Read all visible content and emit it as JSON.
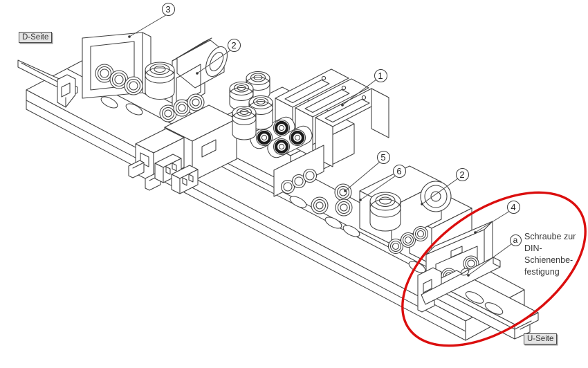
{
  "diagram": {
    "side_labels": {
      "d_side": "D-Seite",
      "u_side": "U-Seite"
    },
    "callouts": [
      {
        "label": "3"
      },
      {
        "label": "2"
      },
      {
        "label": "1"
      },
      {
        "label": "5"
      },
      {
        "label": "6"
      },
      {
        "label": "2"
      },
      {
        "label": "4"
      }
    ],
    "annotation": {
      "marker": "a",
      "lines": [
        "Schraube zur",
        "DIN-",
        "Schienenbe-",
        "festigung"
      ]
    },
    "colors": {
      "highlight": "#db0e0e",
      "line": "#3f3f3f",
      "label_background": "#e4e4e4",
      "text": "#333333"
    }
  }
}
